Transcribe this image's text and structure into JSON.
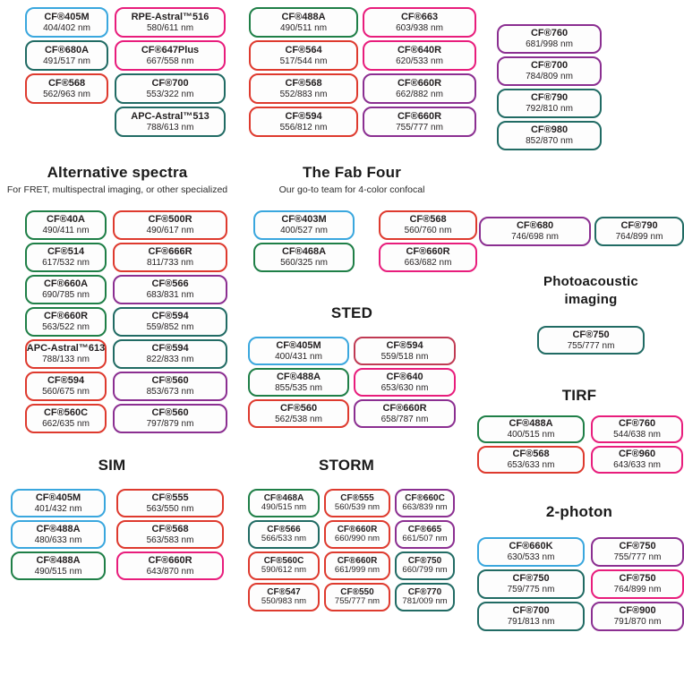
{
  "palette": {
    "blue": "#3AA7DE",
    "green": "#1F7F47",
    "teal": "#216B64",
    "red": "#DE3A2E",
    "magenta": "#E81D7C",
    "purple": "#8B2F91",
    "crimson": "#C03A53"
  },
  "sections": [
    {
      "id": "top-left-group",
      "columns": [
        {
          "pills": [
            {
              "name": "CF®405M",
              "value": "404/402 nm",
              "color": "blue"
            },
            {
              "name": "CF®680A",
              "value": "491/517 nm",
              "color": "teal"
            },
            {
              "name": "CF®568",
              "value": "562/963 nm",
              "color": "red"
            }
          ]
        },
        {
          "pills": [
            {
              "name": "RPE-Astral™516",
              "value": "580/611 nm",
              "color": "magenta"
            },
            {
              "name": "CF®647Plus",
              "value": "667/558 nm",
              "color": "magenta"
            },
            {
              "name": "CF®700",
              "value": "553/322 nm",
              "color": "teal"
            },
            {
              "name": "APC-Astral™513",
              "value": "788/613 nm",
              "color": "teal"
            }
          ]
        }
      ]
    },
    {
      "id": "top-middle-group",
      "columns": [
        {
          "pills": [
            {
              "name": "CF®488A",
              "value": "490/511 nm",
              "color": "green"
            },
            {
              "name": "CF®564",
              "value": "517/544 nm",
              "color": "red"
            },
            {
              "name": "CF®568",
              "value": "552/883 nm",
              "color": "red"
            },
            {
              "name": "CF®594",
              "value": "556/812 nm",
              "color": "red"
            }
          ]
        },
        {
          "pills": [
            {
              "name": "CF®663",
              "value": "603/938 nm",
              "color": "magenta"
            },
            {
              "name": "CF®640R",
              "value": "620/533 nm",
              "color": "magenta"
            },
            {
              "name": "CF®660R",
              "value": "662/882 nm",
              "color": "purple"
            },
            {
              "name": "CF®660R",
              "value": "755/777 nm",
              "color": "purple"
            }
          ]
        }
      ]
    },
    {
      "id": "top-right-group",
      "columns": [
        {
          "pills": [
            {
              "name": "CF®760",
              "value": "681/998 nm",
              "color": "purple"
            },
            {
              "name": "CF®700",
              "value": "784/809 nm",
              "color": "purple"
            },
            {
              "name": "CF®790",
              "value": "792/810 nm",
              "color": "teal"
            },
            {
              "name": "CF®980",
              "value": "852/870 nm",
              "color": "teal"
            }
          ]
        }
      ]
    },
    {
      "id": "alternative-spectra",
      "title": "Alternative spectra",
      "subtitle": "For FRET, multispectral imaging, or other specialized",
      "columns": [
        {
          "pills": [
            {
              "name": "CF®40A",
              "value": "490/411 nm",
              "color": "green"
            },
            {
              "name": "CF®514",
              "value": "617/532 nm",
              "color": "green"
            },
            {
              "name": "CF®660A",
              "value": "690/785 nm",
              "color": "green"
            },
            {
              "name": "CF®660R",
              "value": "563/522 nm",
              "color": "green"
            },
            {
              "name": "APC-Astral™613",
              "value": "788/133 nm",
              "color": "red"
            },
            {
              "name": "CF®594",
              "value": "560/675 nm",
              "color": "red"
            },
            {
              "name": "CF®560C",
              "value": "662/635 nm",
              "color": "red"
            }
          ]
        },
        {
          "pills": [
            {
              "name": "CF®500R",
              "value": "490/617 nm",
              "color": "red"
            },
            {
              "name": "CF®666R",
              "value": "811/733 nm",
              "color": "red"
            },
            {
              "name": "CF®566",
              "value": "683/831 nm",
              "color": "purple"
            },
            {
              "name": "CF®594",
              "value": "559/852 nm",
              "color": "teal"
            },
            {
              "name": "CF®594",
              "value": "822/833 nm",
              "color": "teal"
            },
            {
              "name": "CF®560",
              "value": "853/673 nm",
              "color": "purple"
            },
            {
              "name": "CF®560",
              "value": "797/879 nm",
              "color": "purple"
            }
          ]
        }
      ]
    },
    {
      "id": "fab-four",
      "title": "The Fab Four",
      "subtitle": "Our go-to team for 4-color confocal",
      "columns": [
        {
          "pills": [
            {
              "name": "CF®403M",
              "value": "400/527 nm",
              "color": "blue"
            },
            {
              "name": "CF®468A",
              "value": "560/325 nm",
              "color": "green"
            }
          ]
        },
        {
          "pills": [
            {
              "name": "CF®568",
              "value": "560/760 nm",
              "color": "red"
            },
            {
              "name": "CF®660R",
              "value": "663/682 nm",
              "color": "magenta"
            }
          ]
        }
      ]
    },
    {
      "id": "near-ir-pair",
      "columns": [
        {
          "pills": [
            {
              "name": "CF®680",
              "value": "746/698 nm",
              "color": "purple"
            }
          ]
        },
        {
          "pills": [
            {
              "name": "CF®790",
              "value": "764/899 nm",
              "color": "teal"
            }
          ]
        }
      ]
    },
    {
      "id": "photoacoustic-imaging",
      "title": "Photoacoustic imaging",
      "columns": [
        {
          "pills": [
            {
              "name": "CF®750",
              "value": "755/777 nm",
              "color": "teal"
            }
          ]
        }
      ]
    },
    {
      "id": "sted",
      "title": "STED",
      "columns": [
        {
          "pills": [
            {
              "name": "CF®405M",
              "value": "400/431 nm",
              "color": "blue"
            },
            {
              "name": "CF®488A",
              "value": "855/535 nm",
              "color": "green"
            },
            {
              "name": "CF®560",
              "value": "562/538 nm",
              "color": "red"
            }
          ]
        },
        {
          "pills": [
            {
              "name": "CF®594",
              "value": "559/518 nm",
              "color": "crimson"
            },
            {
              "name": "CF®640",
              "value": "653/630 nm",
              "color": "magenta"
            },
            {
              "name": "CF®660R",
              "value": "658/787 nm",
              "color": "purple"
            }
          ]
        }
      ]
    },
    {
      "id": "tirf",
      "title": "TIRF",
      "columns": [
        {
          "pills": [
            {
              "name": "CF®488A",
              "value": "400/515 nm",
              "color": "green"
            },
            {
              "name": "CF®568",
              "value": "653/633 nm",
              "color": "red"
            }
          ]
        },
        {
          "pills": [
            {
              "name": "CF®760",
              "value": "544/638 nm",
              "color": "magenta"
            },
            {
              "name": "CF®960",
              "value": "643/633 nm",
              "color": "magenta"
            }
          ]
        }
      ]
    },
    {
      "id": "sim",
      "title": "SIM",
      "columns": [
        {
          "pills": [
            {
              "name": "CF®405M",
              "value": "401/432 nm",
              "color": "blue"
            },
            {
              "name": "CF®488A",
              "value": "480/633 nm",
              "color": "blue"
            },
            {
              "name": "CF®488A",
              "value": "490/515 nm",
              "color": "green"
            }
          ]
        },
        {
          "pills": [
            {
              "name": "CF®555",
              "value": "563/550 nm",
              "color": "red"
            },
            {
              "name": "CF®568",
              "value": "563/583 nm",
              "color": "red"
            },
            {
              "name": "CF®660R",
              "value": "643/870 nm",
              "color": "magenta"
            }
          ]
        }
      ]
    },
    {
      "id": "storm",
      "title": "STORM",
      "columns": [
        {
          "pills": [
            {
              "name": "CF®468A",
              "value": "490/515 nm",
              "color": "green"
            },
            {
              "name": "CF®566",
              "value": "566/533 nm",
              "color": "teal"
            },
            {
              "name": "CF®560C",
              "value": "590/612 nm",
              "color": "red"
            },
            {
              "name": "CF®547",
              "value": "550/983 nm",
              "color": "red"
            }
          ]
        },
        {
          "pills": [
            {
              "name": "CF®555",
              "value": "560/539 nm",
              "color": "red"
            },
            {
              "name": "CF®660R",
              "value": "660/990 nm",
              "color": "red"
            },
            {
              "name": "CF®660R",
              "value": "661/999 nm",
              "color": "red"
            },
            {
              "name": "CF®550",
              "value": "755/777 nm",
              "color": "red"
            }
          ]
        },
        {
          "pills": [
            {
              "name": "CF®660C",
              "value": "663/839 nm",
              "color": "purple"
            },
            {
              "name": "CF®665",
              "value": "661/507 nm",
              "color": "purple"
            },
            {
              "name": "CF®750",
              "value": "660/799 nm",
              "color": "teal"
            },
            {
              "name": "CF®770",
              "value": "781/009 nm",
              "color": "teal"
            }
          ]
        }
      ]
    },
    {
      "id": "two-photon",
      "title": "2-photon",
      "columns": [
        {
          "pills": [
            {
              "name": "CF®660K",
              "value": "630/533 nm",
              "color": "blue"
            },
            {
              "name": "CF®750",
              "value": "759/775 nm",
              "color": "teal"
            },
            {
              "name": "CF®700",
              "value": "791/813 nm",
              "color": "teal"
            }
          ]
        },
        {
          "pills": [
            {
              "name": "CF®750",
              "value": "755/777 nm",
              "color": "purple"
            },
            {
              "name": "CF®750",
              "value": "764/899 nm",
              "color": "magenta"
            },
            {
              "name": "CF®900",
              "value": "791/870 nm",
              "color": "purple"
            }
          ]
        }
      ]
    }
  ]
}
